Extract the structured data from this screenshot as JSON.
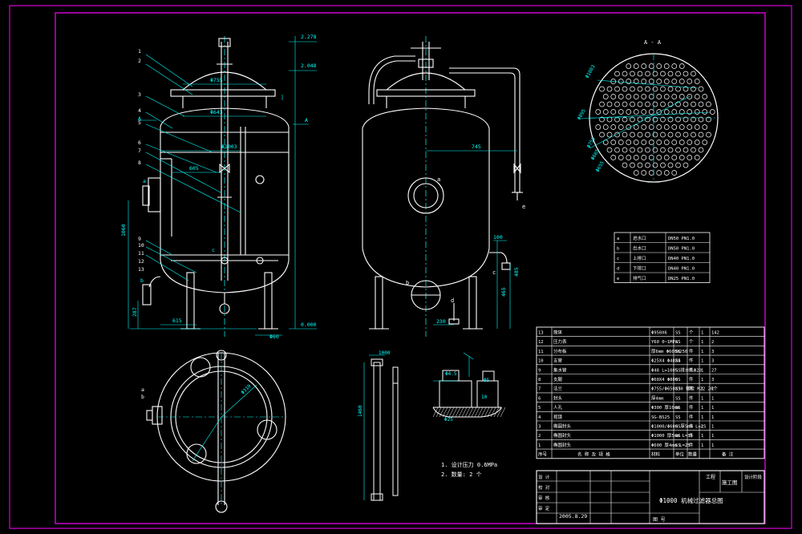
{
  "colors": {
    "background": "#000000",
    "outer_border": "#ff00ff",
    "sheet_border": "#ff00ff",
    "outline": "#ffffff",
    "dimension": "#00ffff",
    "centerline": "#00ffff",
    "dim_text": "#00ffff",
    "table_text": "#ffffff",
    "leader": "#00ffff",
    "hatch": "#ffffff"
  },
  "section_label": "A - A",
  "section_marks": {
    "left": "A",
    "right": "A"
  },
  "front_view": {
    "balloons": [
      "1",
      "2",
      "3",
      "4",
      "5",
      "6",
      "7",
      "8",
      "9",
      "10",
      "11",
      "12",
      "13"
    ],
    "dims": {
      "top_plate": "Φ755",
      "inner": "Φ643",
      "body": "Φ1003",
      "nozzle_offset": "605",
      "height": "1060",
      "leg_height": "287",
      "leg_span": "615",
      "foot": "Φ60",
      "nozzle_c": "c"
    },
    "elevations": [
      "2.278",
      "2.048",
      "0.000"
    ],
    "nozzle_labels": {
      "a": "a",
      "b": "b"
    }
  },
  "side_view": {
    "dims": {
      "width": "745",
      "h1": "100",
      "h2": "465",
      "h3": "485",
      "bottom": "230"
    },
    "nozzle_labels": {
      "a": "a",
      "b": "b",
      "c": "c",
      "d": "d",
      "e": "e"
    }
  },
  "section_view": {
    "dims": [
      "Φ1003",
      "Φ895",
      "Φ755",
      "Φ665",
      "Φ655"
    ]
  },
  "nozzle_table": {
    "rows": [
      [
        "a",
        "进水口",
        "DN50 PN1.0"
      ],
      [
        "b",
        "出水口",
        "DN50 PN1.0"
      ],
      [
        "c",
        "上排口",
        "DN40 PN1.0"
      ],
      [
        "d",
        "下排口",
        "DN40 PN1.0"
      ],
      [
        "e",
        "排气口",
        "DN25 PN1.0"
      ]
    ]
  },
  "plan_view": {
    "dims": [
      "Φ310"
    ],
    "labels": {
      "a": "a",
      "b": "b"
    }
  },
  "detail_views": {
    "dims_left": [
      "1000",
      "1460"
    ],
    "dims_right": [
      "Φ4.5",
      "Φ25",
      "Φ5",
      "10"
    ],
    "notes_title": ""
  },
  "notes": [
    "1. 设计压力 0.6MPa",
    "2. 数量: 2 个"
  ],
  "parts_table": {
    "rows": [
      [
        "13",
        "筒体",
        "Φ950X6",
        "SS",
        "个",
        "1",
        "142"
      ],
      [
        "12",
        "压力表",
        "Y60 0~1MPa",
        "SS",
        "个",
        "1",
        "2"
      ],
      [
        "11",
        "分布板",
        "厚6mm Φ600X250",
        "SS",
        "件",
        "1",
        "3"
      ],
      [
        "10",
        "支管",
        "Φ25X4 Φ48X4",
        "SS",
        "件",
        "1",
        "3"
      ],
      [
        "9",
        "集水管",
        "Φ48 L=1005 排水孔Φ20",
        "SS",
        "件",
        "1",
        "27"
      ],
      [
        "8",
        "支腿",
        "Φ60X4 Φ800",
        "SS",
        "件",
        "1",
        "3"
      ],
      [
        "7",
        "法兰",
        "Φ755/Φ650X30 螺栓 M22 20个",
        "SS",
        "件",
        "1",
        "1"
      ],
      [
        "6",
        "封头",
        "厚4mm",
        "SS",
        "件",
        "1",
        "1"
      ],
      [
        "5",
        "人孔",
        "Φ300 厚10mm",
        "SS",
        "件",
        "1",
        "1"
      ],
      [
        "4",
        "视镜",
        "SG-BS25",
        "SS",
        "件",
        "1",
        "1"
      ],
      [
        "3",
        "椭圆封头",
        "Φ1000/Φ600 厚5mm L=25",
        "SS",
        "件",
        "1",
        "1"
      ],
      [
        "2",
        "椭圆封头",
        "Φ1000 厚5mm L=35",
        "SS",
        "件",
        "1",
        "1"
      ],
      [
        "1",
        "椭圆封头",
        "Φ600 厚4mm L=25",
        "SS",
        "件",
        "1",
        "1"
      ]
    ],
    "header": [
      "序号",
      "名 称 及 规 格",
      "材料",
      "单位",
      "数量",
      "备 注"
    ]
  },
  "title_block": {
    "title": "Φ1000 机械过滤器总图",
    "company": "工程",
    "stage": "施工图",
    "drawing_no": "设计阶段",
    "date": "2005.8.29",
    "roles": [
      "设 计",
      "校 对",
      "审 核",
      "审 定"
    ],
    "sheet": "图 号"
  }
}
